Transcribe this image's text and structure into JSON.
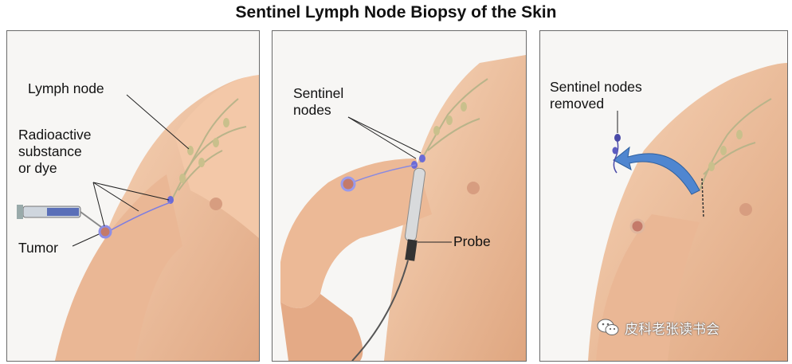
{
  "title": "Sentinel Lymph Node Biopsy of the Skin",
  "panels": [
    {
      "labels": {
        "lymph_node": "Lymph node",
        "radioactive": "Radioactive\nsubstance\nor dye",
        "tumor": "Tumor"
      }
    },
    {
      "labels": {
        "sentinel_nodes": "Sentinel\nnodes",
        "probe": "Probe"
      }
    },
    {
      "labels": {
        "nodes_removed": "Sentinel nodes\nremoved"
      }
    }
  ],
  "watermark": {
    "text": "皮科老张读书会",
    "icon": "wechat-icon"
  },
  "colors": {
    "skin": "#f0c4a2",
    "skin_shade": "#dda07c",
    "lymph_vessel": "#b9b48a",
    "dye": "#6b6bd6",
    "arrow": "#4f86d0"
  }
}
